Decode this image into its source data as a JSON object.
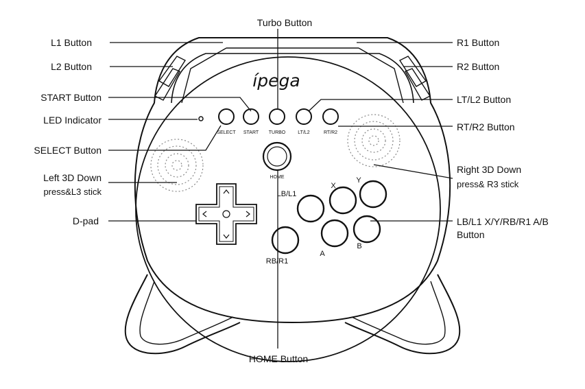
{
  "logo": "ípega",
  "callouts": {
    "turbo": "Turbo Button",
    "l1": "L1 Button",
    "l2": "L2 Button",
    "r1": "R1 Button",
    "r2": "R2 Button",
    "start": "START Button",
    "lt_l2": "LT/L2 Button",
    "led": "LED Indicator",
    "rt_r2": "RT/R2 Button",
    "select": "SELECT Button",
    "left_3d_1": "Left 3D Down",
    "left_3d_2": "press&L3 stick",
    "right_3d_1": "Right 3D Down",
    "right_3d_2": "press& R3 stick",
    "dpad": "D-pad",
    "face_1": "LB/L1 X/Y/RB/R1 A/B",
    "face_2": "Button",
    "home": "HOME Button"
  },
  "button_labels": {
    "select": "SELECT",
    "start": "START",
    "turbo": "TURBO",
    "lt_l2": "LT/L2",
    "rt_r2": "RT/R2",
    "home": "HOME",
    "lb_l1": "LB/L1",
    "x": "X",
    "y": "Y",
    "rb_r1": "RB/R1",
    "a": "A",
    "b": "B"
  }
}
